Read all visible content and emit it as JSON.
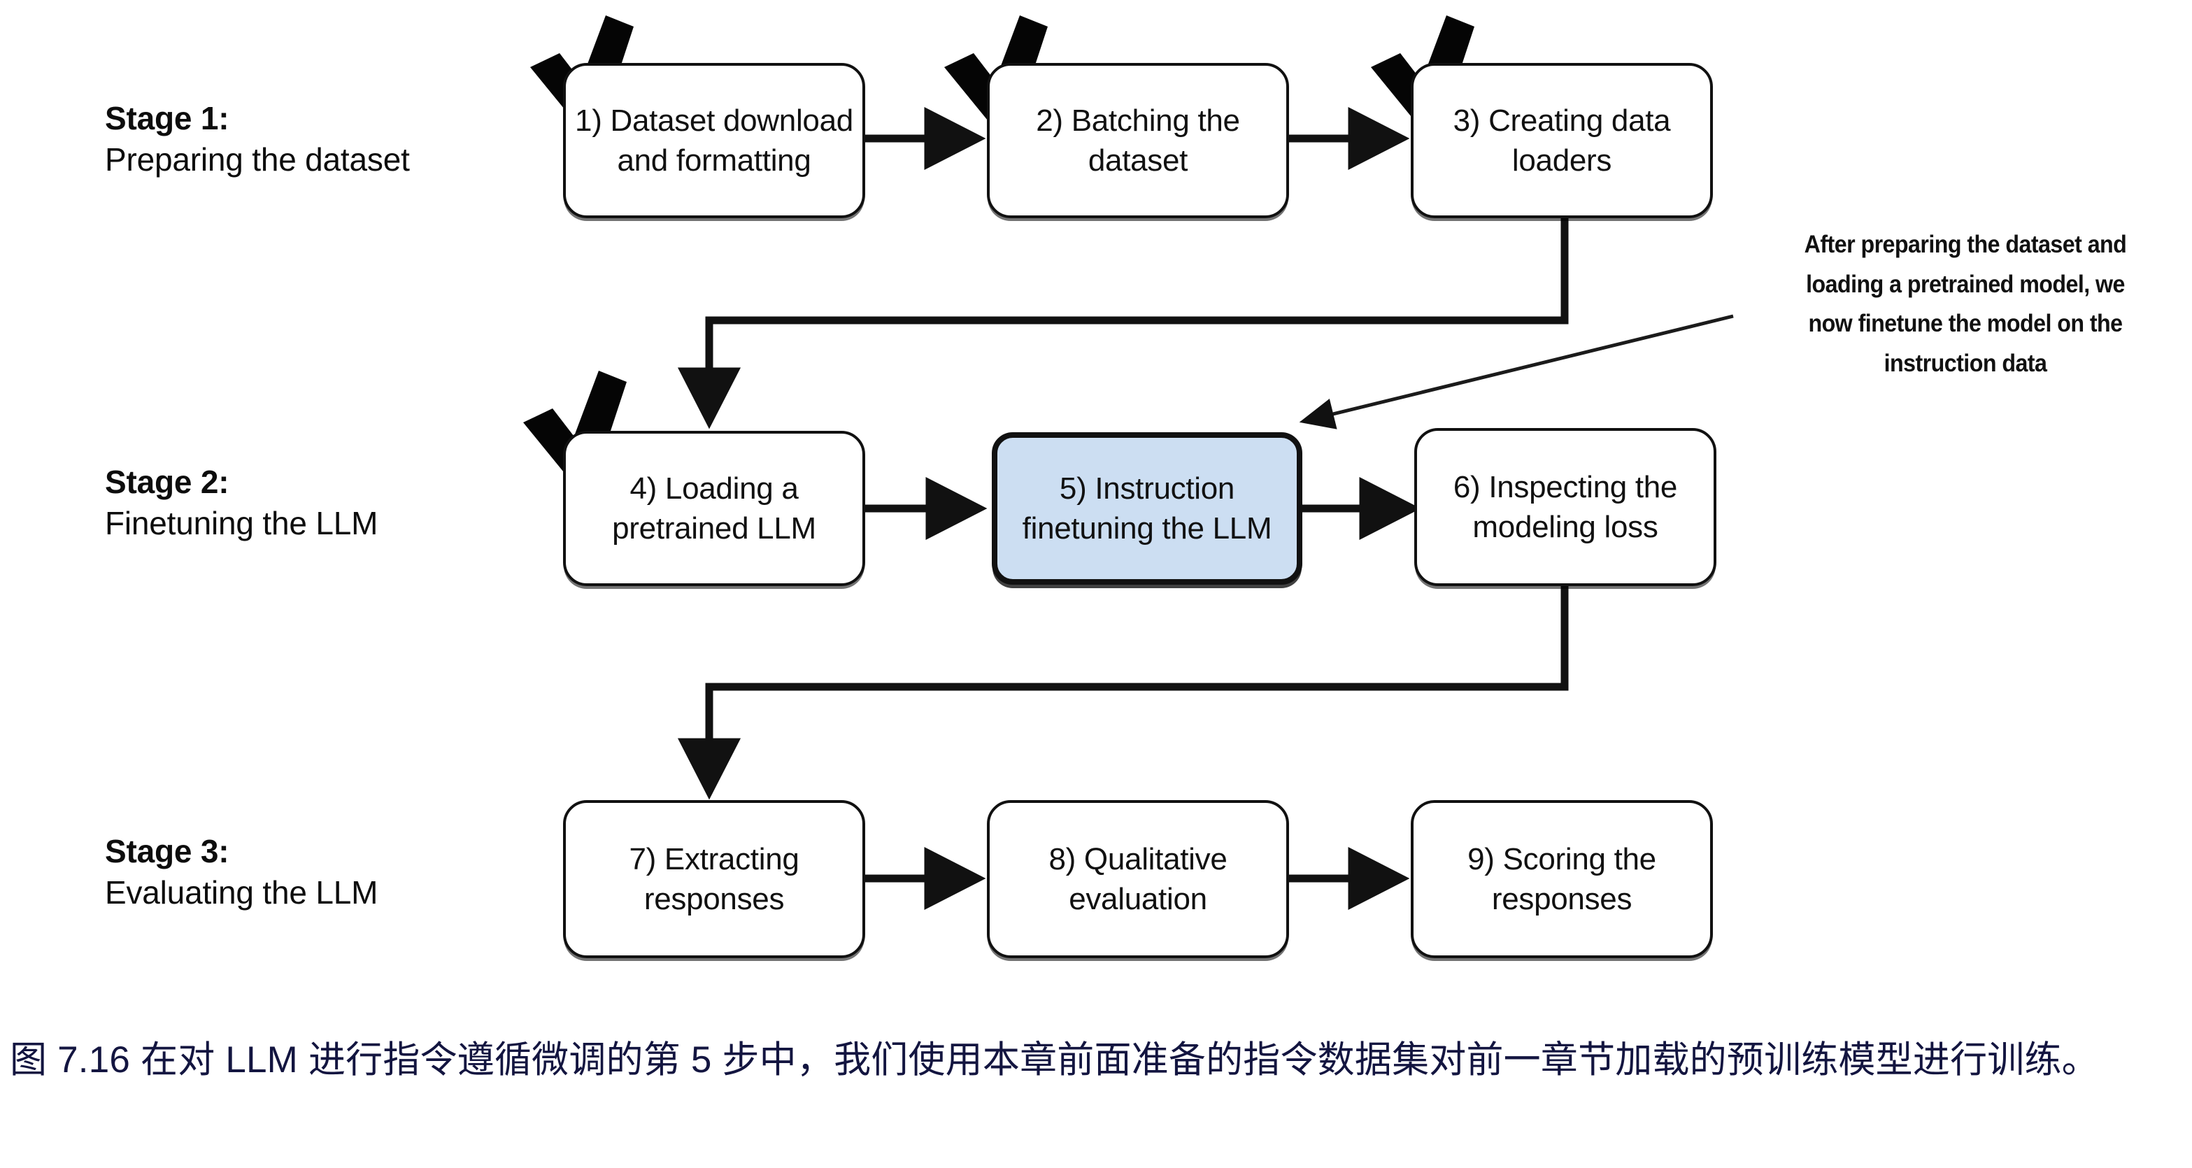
{
  "figure": {
    "background_color": "#ffffff",
    "highlight_color": "#ccdef2",
    "line_color": "#111111",
    "caption_color": "#131540"
  },
  "stages": [
    {
      "title": "Stage 1:",
      "subtitle": "Preparing the dataset"
    },
    {
      "title": "Stage 2:",
      "subtitle": "Finetuning the LLM"
    },
    {
      "title": "Stage 3:",
      "subtitle": "Evaluating the LLM"
    }
  ],
  "nodes": [
    {
      "id": 1,
      "label": "1) Dataset download and formatting",
      "checked": true,
      "highlighted": false
    },
    {
      "id": 2,
      "label": "2) Batching the dataset",
      "checked": true,
      "highlighted": false
    },
    {
      "id": 3,
      "label": "3) Creating data loaders",
      "checked": true,
      "highlighted": false
    },
    {
      "id": 4,
      "label": "4) Loading a pretrained LLM",
      "checked": true,
      "highlighted": false
    },
    {
      "id": 5,
      "label": "5) Instruction finetuning the LLM",
      "checked": false,
      "highlighted": true
    },
    {
      "id": 6,
      "label": "6) Inspecting the modeling loss",
      "checked": false,
      "highlighted": false
    },
    {
      "id": 7,
      "label": "7) Extracting responses",
      "checked": false,
      "highlighted": false
    },
    {
      "id": 8,
      "label": "8) Qualitative evaluation",
      "checked": false,
      "highlighted": false
    },
    {
      "id": 9,
      "label": "9) Scoring the responses",
      "checked": false,
      "highlighted": false
    }
  ],
  "annotation": {
    "lines": [
      "After preparing the dataset and",
      "loading a pretrained model, we",
      "now finetune the model on the",
      "instruction data"
    ],
    "target_node": 5
  },
  "caption": {
    "text": "图 7.16 在对 LLM 进行指令遵循微调的第 5 步中，我们使用本章前面准备的指令数据集对前一章节加载的预训练模型进行训练。"
  }
}
